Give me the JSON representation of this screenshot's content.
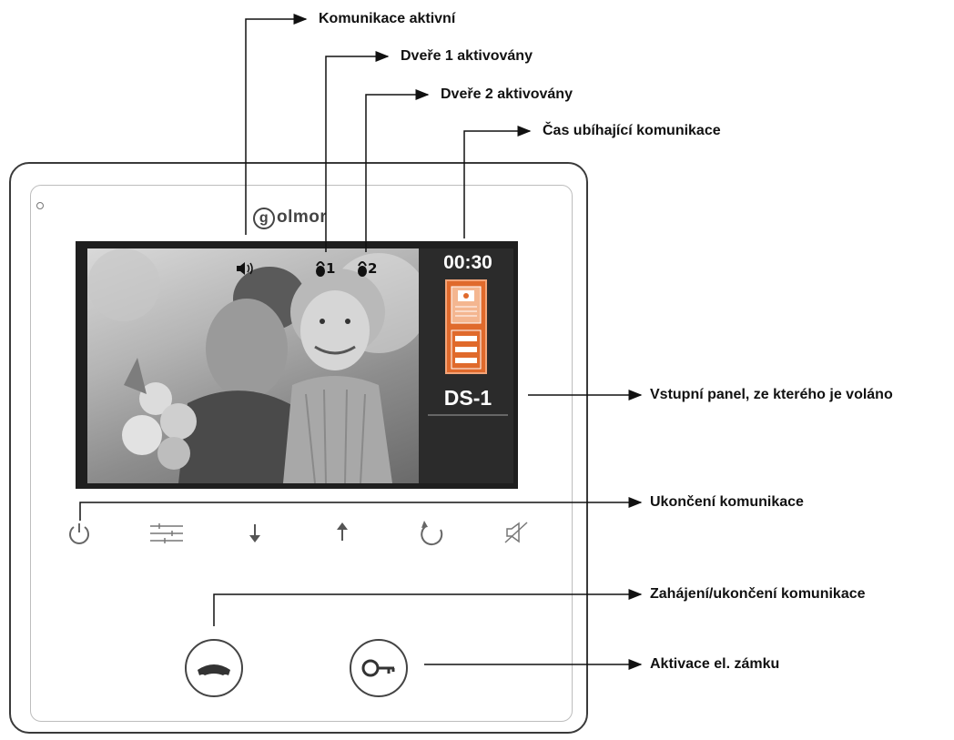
{
  "callouts": {
    "communication_active": "Komunikace aktivní",
    "door1_activated": "Dveře 1 aktivovány",
    "door2_activated": "Dveře 2 aktivovány",
    "communication_time": "Čas ubíhající komunikace",
    "calling_panel": "Vstupní panel, ze kterého je voláno",
    "end_communication": "Ukončení komunikace",
    "start_end_communication": "Zahájení/ukončení komunikace",
    "lock_activation": "Aktivace el. zámku"
  },
  "device": {
    "brand": "olmor",
    "brand_initial": "g",
    "timer": "00:30",
    "panel_name": "DS-1",
    "door1_label": "1",
    "door2_label": "2",
    "panel_color": "#e06a2c"
  },
  "icons": [
    "speaker-icon",
    "power-icon",
    "settings-sliders-icon",
    "arrow-down-icon",
    "arrow-up-icon",
    "refresh-icon",
    "mute-icon",
    "handset-icon",
    "key-icon"
  ]
}
